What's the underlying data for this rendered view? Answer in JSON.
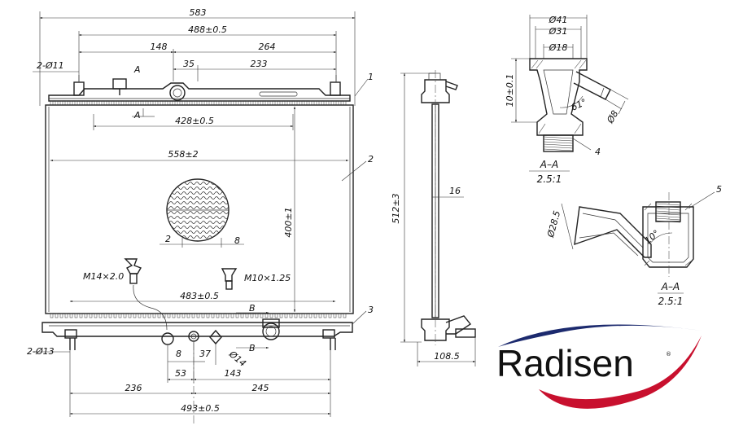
{
  "front_view": {
    "dims": {
      "overall_width": "583",
      "mount_spacing": "488±0.5",
      "left_offset": "148",
      "right_offset": "264",
      "cap_offset": "35",
      "cap_to_outlet": "233",
      "tank_width": "428±0.5",
      "core_width": "558±2",
      "core_height": "400±1",
      "bottom_mount": "483±0.5",
      "bottom_span": "493±0.5",
      "bottom_left": "236",
      "bottom_right": "245",
      "drain_offset": "53",
      "drain_to_outlet": "143",
      "fin_pitch": "2",
      "tube_pitch": "8",
      "pin_dia_top": "2-Ø11",
      "pin_dia_bottom": "2-Ø13",
      "small_8": "8",
      "small_37": "37",
      "dia_14": "Ø14",
      "thread_1": "M14×2.0",
      "thread_2": "M10×1.25"
    },
    "sections": {
      "a_top": "A",
      "a_bottom": "A",
      "b_top": "B",
      "b_bottom": "B"
    },
    "callouts": {
      "c1": "1",
      "c2": "2",
      "c3": "3",
      "c4": "4",
      "c5": "5"
    }
  },
  "side_view": {
    "dims": {
      "height": "512±3",
      "thickness": "16",
      "depth": "108.5"
    }
  },
  "detail_top": {
    "dims": {
      "d41": "Ø41",
      "d31": "Ø31",
      "d18": "Ø18",
      "h10": "10±0.1",
      "angle": "61°",
      "d8": "Ø8"
    },
    "section_label": "A–A",
    "scale": "2.5:1"
  },
  "detail_bottom": {
    "dims": {
      "d285": "Ø28.5",
      "angle": "10°"
    },
    "section_label": "A–A",
    "scale": "2.5:1"
  },
  "brand": {
    "name": "Radisen",
    "reg_mark": "®",
    "swoosh_color_top": "#1c2a6e",
    "swoosh_color_bottom": "#c8102e"
  }
}
